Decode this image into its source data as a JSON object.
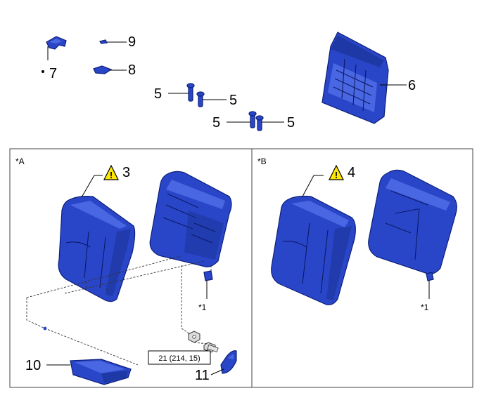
{
  "callouts": {
    "p3": "3",
    "p4": "4",
    "p5a": "5",
    "p5b": "5",
    "p5c": "5",
    "p5d": "5",
    "p6": "6",
    "p7": "7",
    "p8": "8",
    "p9": "9",
    "p10": "10",
    "p11": "11"
  },
  "sections": {
    "a_label": "*A",
    "b_label": "*B"
  },
  "notes": {
    "note_a": "*1",
    "note_b": "*1"
  },
  "torque_label": "21 (214, 15)",
  "warning_symbol": "!",
  "colors": {
    "part_blue": "#2a46c8",
    "warning_yellow": "#ffe600"
  }
}
